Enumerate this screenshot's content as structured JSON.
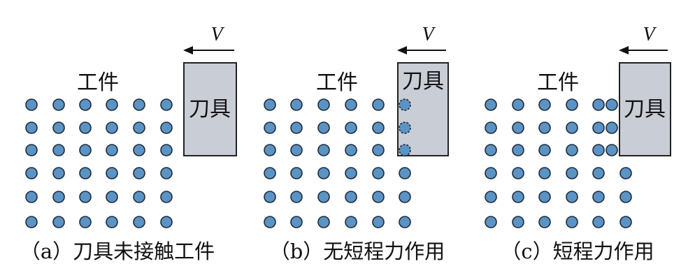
{
  "panels": [
    {
      "velocity_label": "V",
      "workpiece_label": "工件",
      "tool_label": "刀具",
      "caption": "（a）刀具未接触工件",
      "atom_color": "#5b93c4"
    },
    {
      "velocity_label": "V",
      "workpiece_label": "工件",
      "tool_label": "刀具",
      "caption": "（b）无短程力作用",
      "atom_color": "#5b93c4"
    },
    {
      "velocity_label": "V",
      "workpiece_label": "工件",
      "tool_label": "刀具",
      "caption": "（c）短程力作用",
      "atom_color": "#5b93c4"
    }
  ],
  "colors": {
    "tool_fill": "#c9cdd6",
    "outline": "#222222",
    "atom_fill": "#5b93c4"
  }
}
